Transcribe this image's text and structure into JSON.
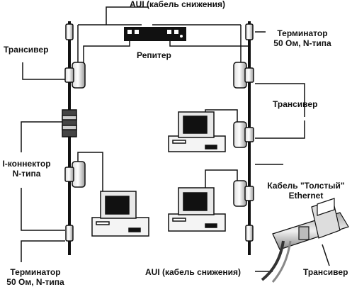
{
  "labels": {
    "aui_top": "AUI (кабель снижения)",
    "transceiver_left": "Трансивер",
    "repeater": "Репитер",
    "terminator_right_l1": "Терминатор",
    "terminator_right_l2": "50 Ом, N-типа",
    "transceiver_right": "Трансивер",
    "i_connector_l1": "I-коннектор",
    "i_connector_l2": "N-типа",
    "thick_cable_l1": "Кабель \"Толстый\"",
    "thick_cable_l2": "Ethernet",
    "terminator_left_l1": "Терминатор",
    "terminator_left_l2": "50 Ом, N-типа",
    "aui_bottom": "AUI (кабель снижения)",
    "transceiver_bottom": "Трансивер"
  },
  "icons": [
    "repeater-icon",
    "transceiver-icon",
    "terminator-icon",
    "i-connector-icon",
    "computer-icon",
    "cable-closeup-icon"
  ]
}
